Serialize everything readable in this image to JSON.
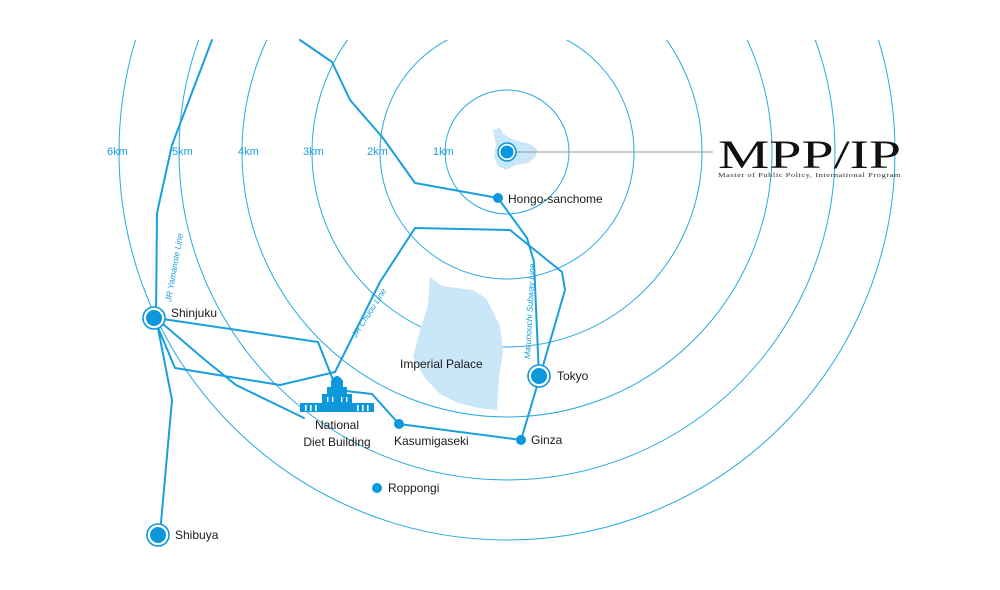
{
  "distance_rings": [
    "1km",
    "2km",
    "3km",
    "4km",
    "5km",
    "6km"
  ],
  "stations": {
    "hongo": "Hongo-sanchome",
    "shinjuku": "Shinjuku",
    "tokyo": "Tokyo",
    "kasumigaseki": "Kasumigaseki",
    "ginza": "Ginza",
    "roppongi": "Roppongi",
    "shibuya": "Shibuya"
  },
  "landmarks": {
    "palace": "Imperial Palace",
    "diet_line1": "National",
    "diet_line2": "Diet Building"
  },
  "lines": {
    "yamanote": "JR Yamanote Line",
    "chuo": "JR Chuou Line",
    "marunouchi": "Marunouchi Subway Line"
  },
  "logo": {
    "title": "MPP/IP",
    "subtitle": "Master of Public Policy, International Program"
  },
  "colors": {
    "accent": "#1a9fdc",
    "area": "#c9e7f8"
  }
}
